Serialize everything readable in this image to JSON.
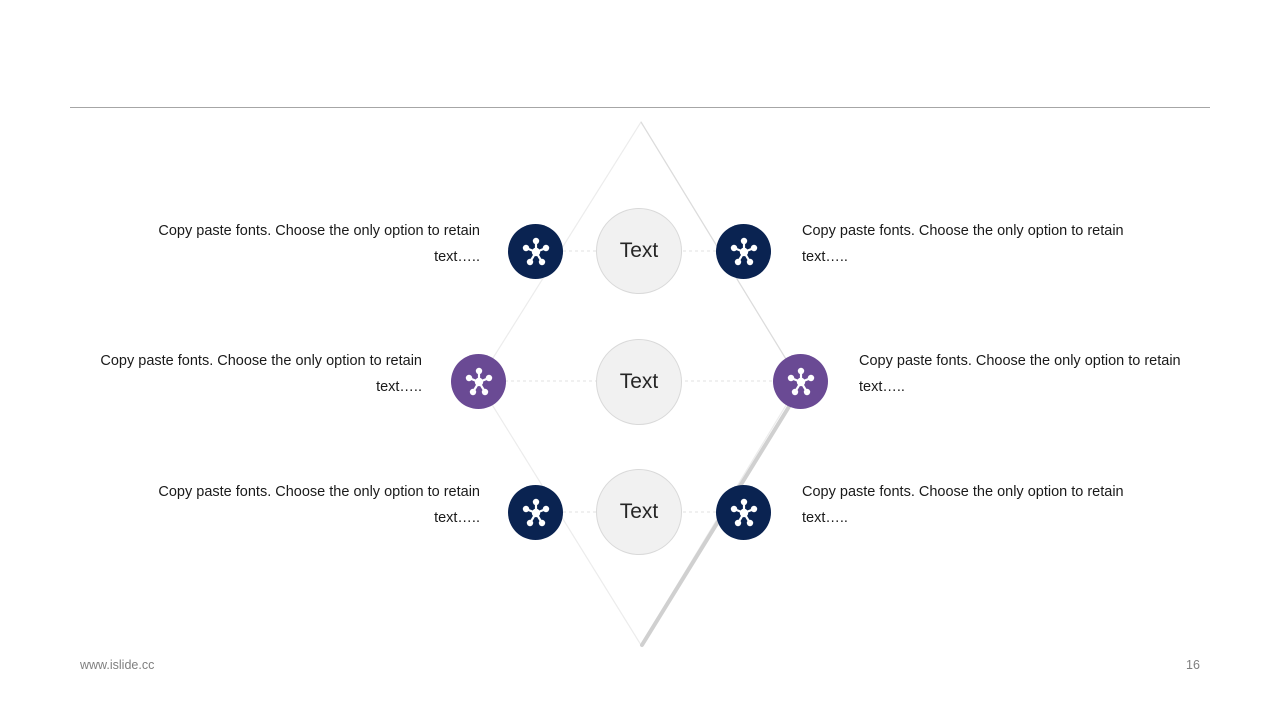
{
  "colors": {
    "navy": "#0a2351",
    "purple": "#6a4a94"
  },
  "center_labels": [
    "Text",
    "Text",
    "Text"
  ],
  "items": {
    "top_left": {
      "text": "Copy paste fonts. Choose the only option to retain text…..",
      "icon": "network-hub-icon",
      "color": "navy"
    },
    "top_right": {
      "text": "Copy paste fonts. Choose the only option to retain text…..",
      "icon": "network-hub-icon",
      "color": "navy"
    },
    "mid_left": {
      "text": "Copy paste fonts. Choose the only option to retain text…..",
      "icon": "network-hub-icon",
      "color": "purple"
    },
    "mid_right": {
      "text": "Copy paste fonts. Choose the only option to retain text…..",
      "icon": "network-hub-icon",
      "color": "purple"
    },
    "bot_left": {
      "text": "Copy paste fonts. Choose the only option to retain text…..",
      "icon": "network-hub-icon",
      "color": "navy"
    },
    "bot_right": {
      "text": "Copy paste fonts. Choose the only option to retain text…..",
      "icon": "network-hub-icon",
      "color": "navy"
    }
  },
  "footer": {
    "website": "www.islide.cc",
    "page_number": "16"
  }
}
